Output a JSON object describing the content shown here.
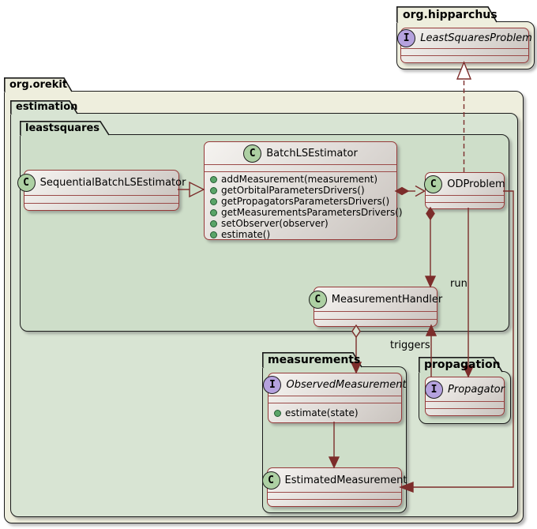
{
  "diagram": {
    "packages": {
      "hipparchus": {
        "label": "org.hipparchus"
      },
      "orekit": {
        "label": "org.orekit"
      },
      "estimation": {
        "label": "estimation"
      },
      "leastsquares": {
        "label": "leastsquares"
      },
      "measurements": {
        "label": "measurements"
      },
      "propagation": {
        "label": "propagation"
      }
    },
    "classes": {
      "least_squares_problem": {
        "icon_letter": "I",
        "name": "LeastSquaresProblem"
      },
      "sequential_batch_ls_estimator": {
        "icon_letter": "C",
        "name": "SequentialBatchLSEstimator"
      },
      "batch_ls_estimator": {
        "icon_letter": "C",
        "name": "BatchLSEstimator",
        "methods": [
          "addMeasurement(measurement)",
          "getOrbitalParametersDrivers()",
          "getPropagatorsParametersDrivers()",
          "getMeasurementsParametersDrivers()",
          "setObserver(observer)",
          "estimate()"
        ]
      },
      "od_problem": {
        "icon_letter": "C",
        "name": "ODProblem"
      },
      "measurement_handler": {
        "icon_letter": "C",
        "name": "MeasurementHandler"
      },
      "observed_measurement": {
        "icon_letter": "I",
        "name": "ObservedMeasurement",
        "methods": [
          "estimate(state)"
        ]
      },
      "estimated_measurement": {
        "icon_letter": "C",
        "name": "EstimatedMeasurement"
      },
      "propagator": {
        "icon_letter": "I",
        "name": "Propagator"
      }
    },
    "edge_labels": {
      "run": "run",
      "triggers": "triggers"
    },
    "colors": {
      "class_border": "#963a39",
      "arrow": "#7c2d2b",
      "package_cream": "#eeeedd",
      "package_green_outer": "#d8e4d3",
      "package_green_inner": "#cedec9",
      "class_icon_fill": "#add0a3",
      "interface_icon_fill": "#b5a2de"
    }
  }
}
